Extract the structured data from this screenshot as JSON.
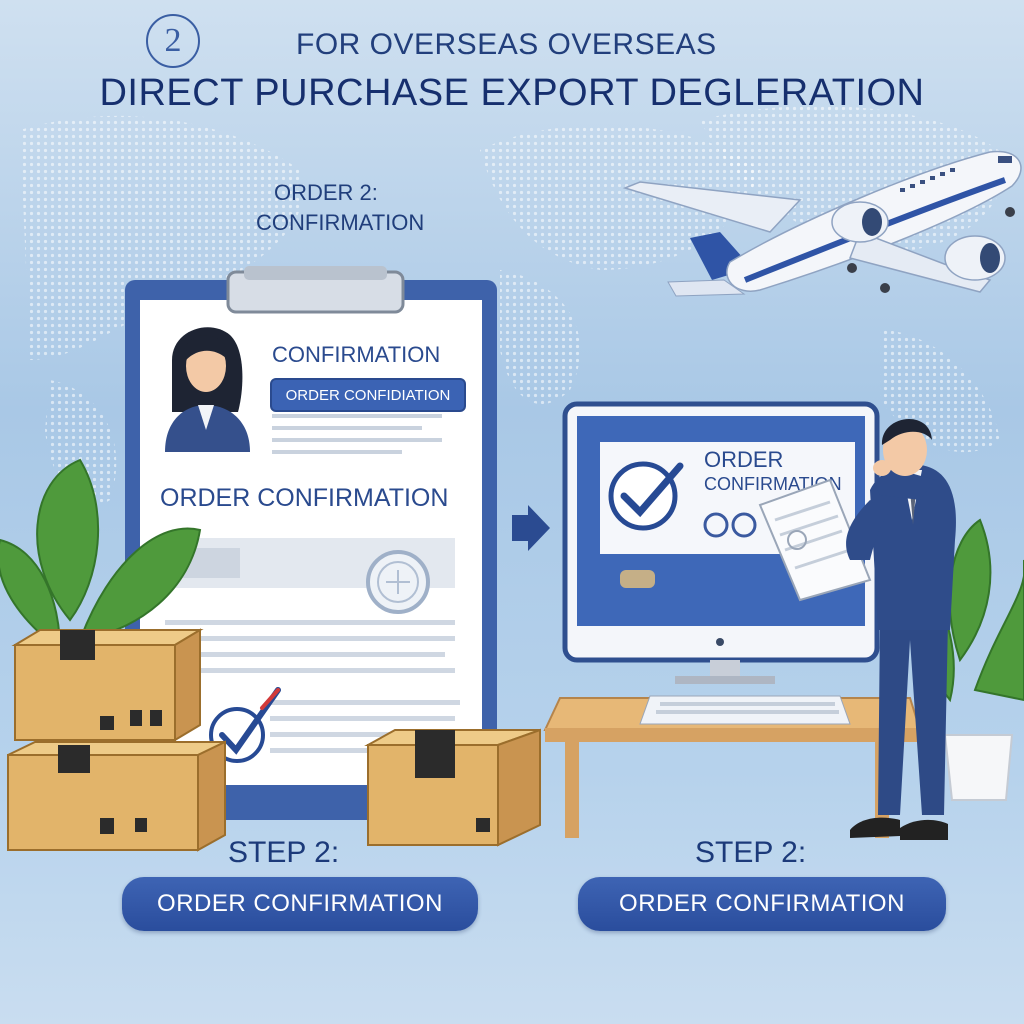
{
  "header": {
    "step_number": "2",
    "line1": "For Overseas Overseas",
    "line2": "Direct Purchase Export Degleration"
  },
  "order_step_label": {
    "line1": "Order 2:",
    "line2": "Confirmation"
  },
  "clipboard": {
    "title": "Confirmation",
    "badge": "Order Confidiation",
    "heading": "Order Confirmation"
  },
  "monitor": {
    "line1": "Order",
    "line2": "Confirmation"
  },
  "captions": {
    "left_step": "Step 2:",
    "left_button": "Order Confirmation",
    "right_step": "Step 2:",
    "right_button": "Order Confirmation"
  },
  "colors": {
    "background": "#b6d2ec",
    "navy": "#1f3f82",
    "button": "#2f54a6",
    "box": "#e2b46a",
    "plant": "#4f9a3c"
  },
  "icons": [
    "step-number-icon",
    "airplane-icon",
    "checkmark-icon",
    "stamp-icon",
    "arrow-right-icon",
    "package-icon",
    "plant-icon"
  ]
}
